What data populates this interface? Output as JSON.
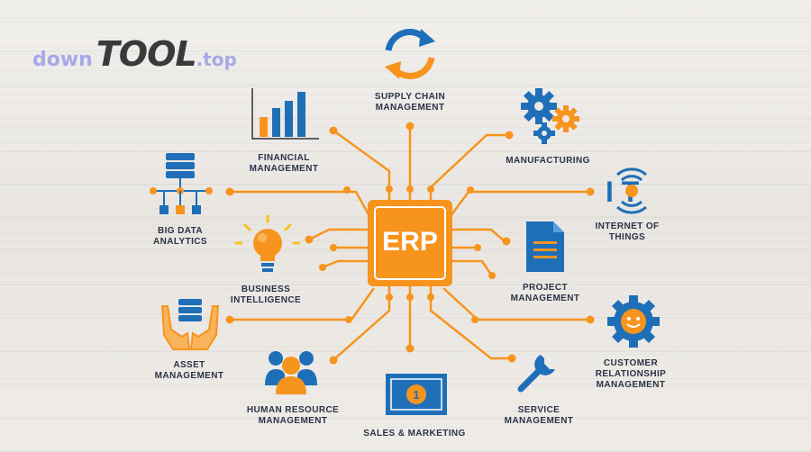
{
  "watermark": {
    "part1": "down",
    "part2": "TOOL",
    "part3": ".top"
  },
  "center": {
    "label": "ERP"
  },
  "modules": {
    "supply_chain": "SUPPLY CHAIN\nMANAGEMENT",
    "financial": "FINANCIAL\nMANAGEMENT",
    "manufacturing": "MANUFACTURING",
    "big_data": "BIG DATA\nANALYTICS",
    "iot": "INTERNET OF\nTHINGS",
    "bi": "BUSINESS\nINTELLIGENCE",
    "project": "PROJECT\nMANAGEMENT",
    "asset": "ASSET\nMANAGEMENT",
    "crm": "CUSTOMER\nRELATIONSHIP\nMANAGEMENT",
    "hr": "HUMAN RESOURCE\nMANAGEMENT",
    "sales": "SALES & MARKETING",
    "service": "SERVICE\nMANAGEMENT"
  },
  "icons": {
    "iot_text": "I T",
    "sales_badge": "1"
  },
  "colors": {
    "accent": "#f7941d",
    "blue": "#1e6fb8",
    "text": "#2b3347"
  }
}
